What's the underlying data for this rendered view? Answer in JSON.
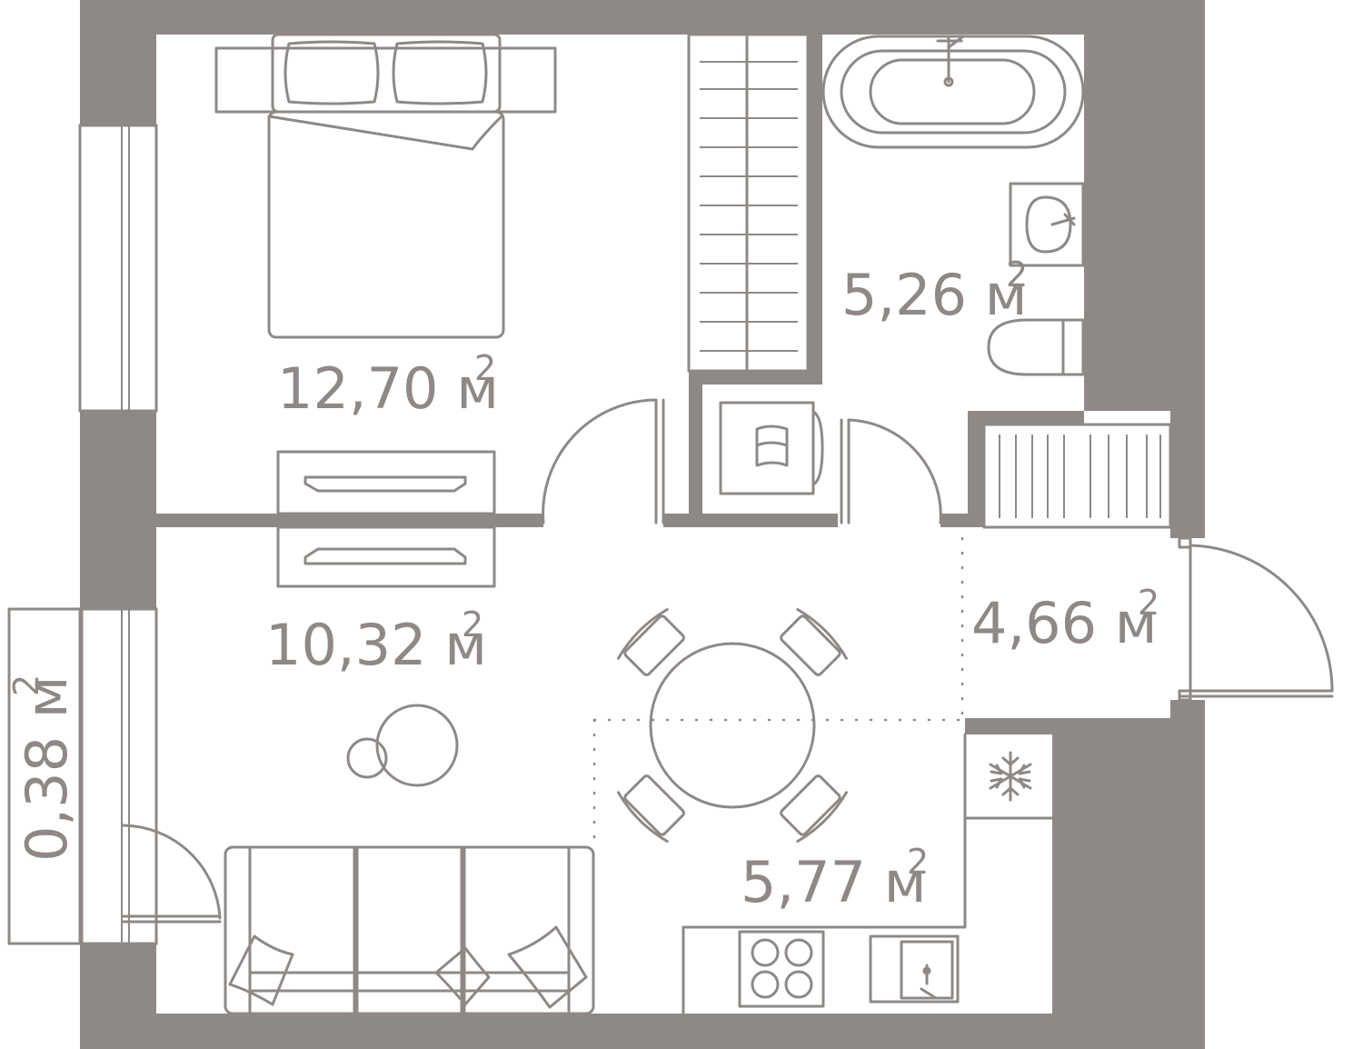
{
  "plan": {
    "colors": {
      "wall": "#8e8986",
      "background": "#ffffff"
    },
    "rooms": [
      {
        "id": "bedroom",
        "area": "12,70 м",
        "sup": "2"
      },
      {
        "id": "bathroom",
        "area": "5,26 м",
        "sup": "2"
      },
      {
        "id": "living",
        "area": "10,32 м",
        "sup": "2"
      },
      {
        "id": "hall",
        "area": "4,66 м",
        "sup": "2"
      },
      {
        "id": "kitchen",
        "area": "5,77 м",
        "sup": "2"
      },
      {
        "id": "balcony",
        "area": "0,38 м",
        "sup": "2"
      }
    ],
    "icons": [
      "snowflake-icon",
      "bathtub-icon",
      "toilet-icon",
      "sink-icon",
      "stove-icon",
      "bed-icon",
      "sofa-icon",
      "table-icon"
    ]
  }
}
